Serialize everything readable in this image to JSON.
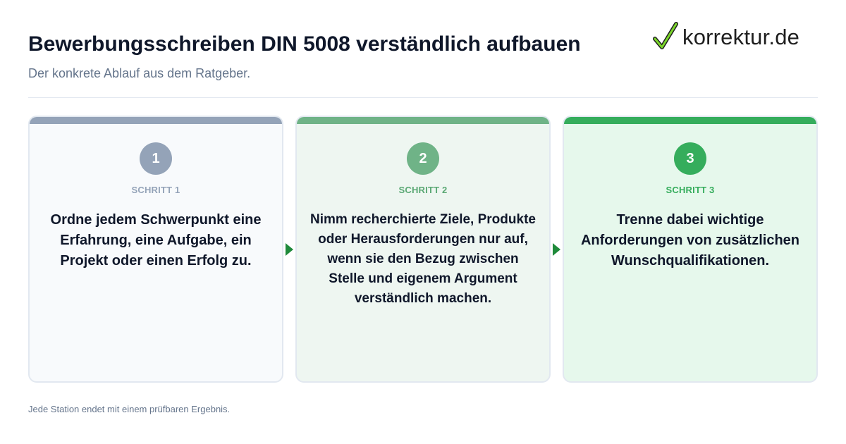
{
  "header": {
    "title": "Bewerbungsschreiben DIN 5008 verständlich aufbauen",
    "subtitle": "Der konkrete Ablauf aus dem Ratgeber."
  },
  "logo": {
    "text": "korrektur.de",
    "icon": "checkmark-icon",
    "check_color": "#7bd62b"
  },
  "steps": [
    {
      "number": "1",
      "label": "SCHRITT 1",
      "text": "Ordne jedem Schwerpunkt eine Erfahrung, eine Aufgabe, ein Projekt oder einen Erfolg zu.",
      "color": "#94a3b8"
    },
    {
      "number": "2",
      "label": "SCHRITT 2",
      "text": "Nimm recherchierte Ziele, Produkte oder Herausforderungen nur auf, wenn sie den Bezug zwischen Stelle und eigenem Argument verständlich machen.",
      "color": "#6fb387"
    },
    {
      "number": "3",
      "label": "SCHRITT 3",
      "text": "Trenne dabei wichtige Anforderungen von zusätzlichen Wunschqualifikationen.",
      "color": "#35ad5c"
    }
  ],
  "connectors": {
    "icon": "arrow-right-icon",
    "color": "#1f8a3b"
  },
  "footer": {
    "note": "Jede Station endet mit einem prüfbaren Ergebnis."
  }
}
